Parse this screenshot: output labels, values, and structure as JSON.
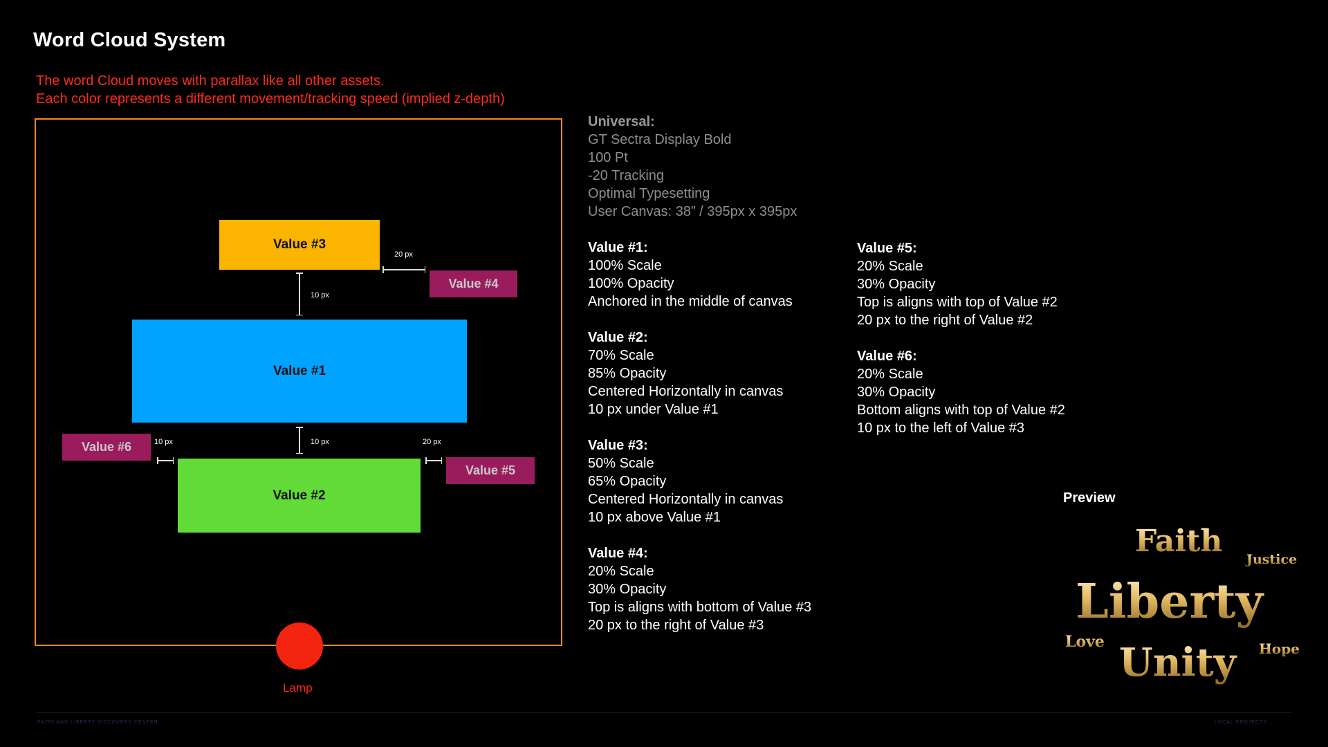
{
  "title": "Word Cloud System",
  "intro": [
    "The word Cloud moves with parallax like all other assets.",
    "Each color represents a different movement/tracking speed (implied z-depth)"
  ],
  "diagram": {
    "boxes": {
      "v3": "Value #3",
      "v1": "Value #1",
      "v2": "Value #2",
      "v4": "Value #4",
      "v5": "Value #5",
      "v6": "Value #6"
    },
    "dimensions": {
      "v3_v4": "20 px",
      "v3_v1": "10 px",
      "v1_v2": "10 px",
      "v6_v2": "10 px",
      "v2_v5": "20 px"
    },
    "lamp_label": "Lamp",
    "colors": {
      "frame": "#f5891f",
      "v1": "#00a3ff",
      "v2": "#62db38",
      "v3": "#fbb500",
      "small": "#9b1c5d",
      "lamp": "#f22410"
    }
  },
  "specs": {
    "universal": {
      "heading": "Universal:",
      "lines": [
        "GT Sectra Display Bold",
        "100 Pt",
        "-20 Tracking",
        "Optimal Typesetting",
        "User Canvas: 38” / 395px x 395px"
      ]
    },
    "v1": {
      "heading": "Value #1:",
      "lines": [
        "100% Scale",
        "100% Opacity",
        "Anchored in the middle of canvas"
      ]
    },
    "v2": {
      "heading": "Value #2:",
      "lines": [
        "70% Scale",
        "85% Opacity",
        "Centered Horizontally in canvas",
        "10 px under Value #1"
      ]
    },
    "v3": {
      "heading": "Value #3:",
      "lines": [
        "50% Scale",
        "65% Opacity",
        "Centered Horizontally in canvas",
        "10 px above Value #1"
      ]
    },
    "v4": {
      "heading": "Value #4:",
      "lines": [
        "20% Scale",
        "30% Opacity",
        "Top is aligns with bottom of Value #3",
        "20 px to the right of Value #3"
      ]
    },
    "v5": {
      "heading": "Value #5:",
      "lines": [
        "20% Scale",
        "30% Opacity",
        "Top is aligns with top of Value #2",
        "20 px to the right of Value #2"
      ]
    },
    "v6": {
      "heading": "Value #6:",
      "lines": [
        "20% Scale",
        "30% Opacity",
        "Bottom aligns with top of Value #2",
        "10 px to the left of Value #3"
      ]
    }
  },
  "preview": {
    "title": "Preview",
    "words": [
      "Faith",
      "Justice",
      "Liberty",
      "Love",
      "Hope",
      "Unity"
    ]
  },
  "footer": {
    "left": "FAITH AND LIBERTY DISCOVERY CENTER",
    "right": "LOCAL PROJECTS"
  }
}
